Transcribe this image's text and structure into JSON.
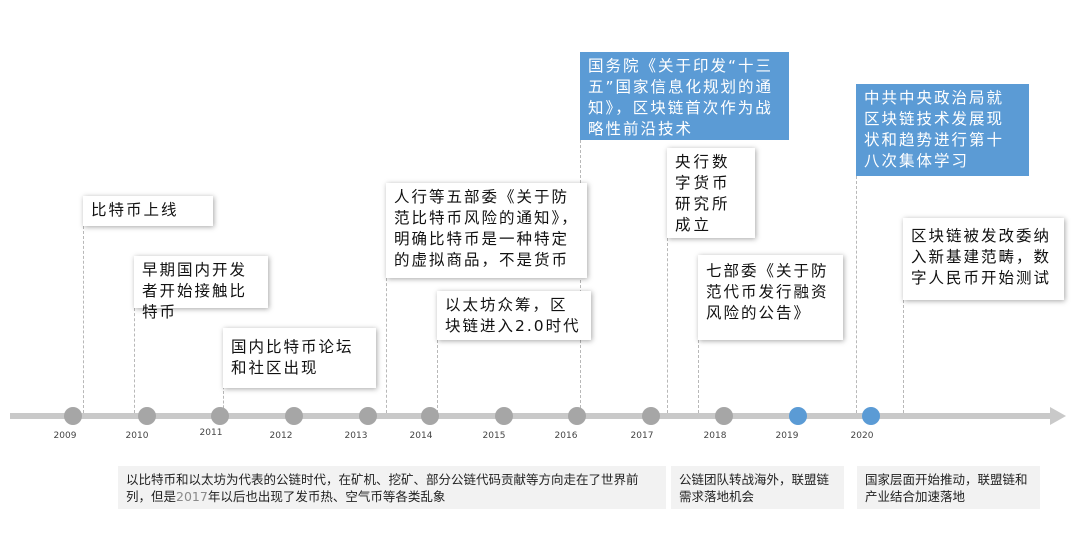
{
  "years": [
    "2009",
    "2010",
    "2011",
    "2012",
    "2013",
    "2014",
    "2015",
    "2016",
    "2017",
    "2018",
    "2019",
    "2020"
  ],
  "events": [
    {
      "text": "比特币上线"
    },
    {
      "text": "早期国内开发者开始接触比特币"
    },
    {
      "text": "国内比特币论坛和社区出现"
    },
    {
      "text": "人行等五部委《关于防范比特币风险的通知》，明确比特币是一种特定的虚拟商品，不是货币"
    },
    {
      "text": "以太坊众筹，区块链进入2.0时代"
    },
    {
      "text": "国务院《关于印发“十三五”国家信息化规划的通知》，区块链首次作为战略性前沿技术"
    },
    {
      "text": "央行数字货币研究所成立"
    },
    {
      "text": "七部委《关于防范代币发行融资风险的公告》"
    },
    {
      "text": "中共中央政治局就区块链技术发展现状和趋势进行第十八次集体学习"
    },
    {
      "text": "区块链被发改委纳入新基建范畴，数字人民币开始测试"
    }
  ],
  "phases": [
    {
      "pre": "以比特币和以太坊为代表的公链时代，在矿机、挖矿、部分公链代码贡献等方向走在了世界前列，但是",
      "highlight": "2017",
      "post": "年以后也出现了发币热、空气币等各类乱象"
    },
    {
      "text": "公链团队转战海外，联盟链需求落地机会"
    },
    {
      "text": "国家层面开始推动，联盟链和产业结合加速落地"
    }
  ],
  "colors": {
    "axis": "#c9c9c9",
    "dot": "#a6a6a6",
    "highlight_dot": "#5b9bd5",
    "highlight_card": "#5b9bd5"
  }
}
